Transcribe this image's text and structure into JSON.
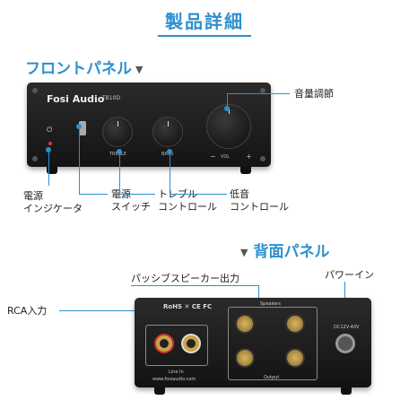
{
  "title": "製品詳細",
  "front": {
    "heading": "フロントパネル",
    "heading_marker": "▼",
    "brand": "Fosi Audio",
    "model": "TB10D",
    "knob_treble": "TREBLE",
    "knob_bass": "BASS",
    "knob_vol": "VOL",
    "vol_minus": "−",
    "vol_plus": "+",
    "labels": {
      "volume": "音量調節",
      "power_indicator_1": "電源",
      "power_indicator_2": "インジケータ",
      "power_switch_1": "電源",
      "power_switch_2": "スイッチ",
      "treble_1": "トレブル",
      "treble_2": "コントロール",
      "bass_1": "低音",
      "bass_2": "コントロール"
    }
  },
  "rear": {
    "heading": "背面パネル",
    "heading_marker": "▼",
    "cert": "RoHS ✕ CE FC",
    "line_in": "Line In",
    "speakers": "Speakers",
    "output": "Output",
    "dc": "DC12V-40V",
    "website": "www.fosiaudio.com",
    "labels": {
      "passive_out": "パッシブスピーカー出力",
      "power_in": "パワーイン",
      "rca_in": "RCA入力"
    }
  },
  "colors": {
    "accent": "#2d8fd0"
  }
}
